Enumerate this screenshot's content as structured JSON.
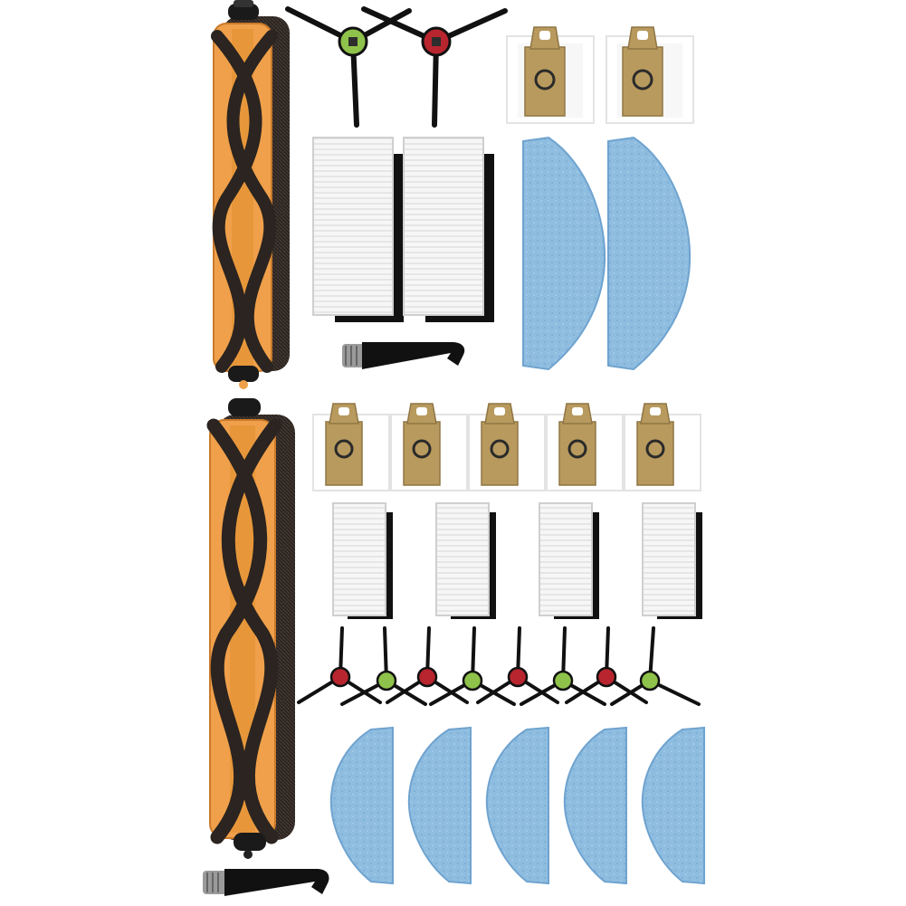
{
  "product": {
    "kit_a": {
      "main_brush_count": 1,
      "side_brush_count": 2,
      "dust_bag_count": 2,
      "hepa_filter_count": 2,
      "mop_pad_count": 2,
      "cleaning_tool_count": 1
    },
    "kit_b": {
      "main_brush_count": 1,
      "dust_bag_count": 5,
      "hepa_filter_count": 4,
      "side_brush_count": 8,
      "mop_pad_count": 5,
      "cleaning_tool_count": 1
    }
  },
  "colors": {
    "background": "#ffffff",
    "brush_orange": "#f0a04a",
    "brush_orange_dark": "#c97a2a",
    "bristle_dark": "#2b2420",
    "side_hub_green": "#8fc24a",
    "side_hub_red": "#b8252e",
    "bag_tan": "#b89a5e",
    "filter_white": "#f4f4f4",
    "frame_black": "#111111",
    "mop_blue": "#8fbde0",
    "mop_blue_dark": "#6fa3cf"
  },
  "icons": {
    "main_brush": "roller-brush-icon",
    "side_brush": "side-brush-icon",
    "dust_bag": "dust-bag-icon",
    "filter": "hepa-filter-icon",
    "mop": "mop-pad-icon",
    "tool": "cleaning-tool-icon"
  }
}
